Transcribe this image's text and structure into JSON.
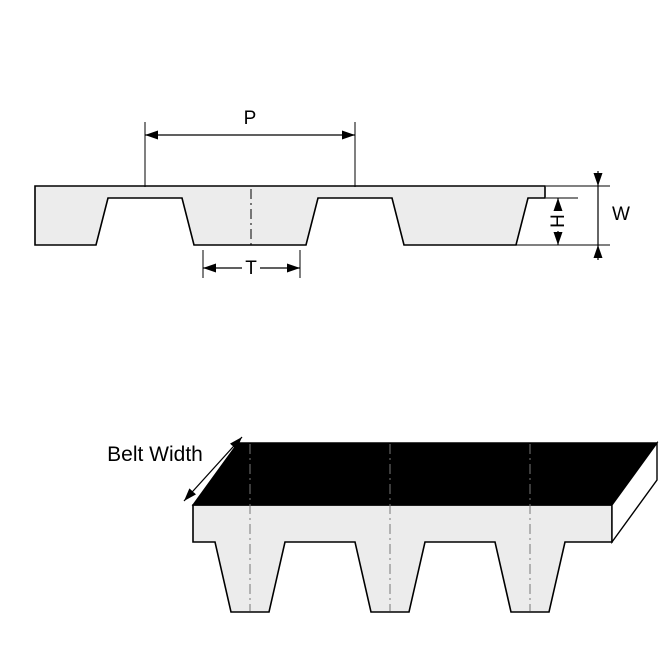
{
  "labels": {
    "pitch": "P",
    "tooth_width": "T",
    "tooth_height": "H",
    "belt_thickness": "W",
    "belt_width": "Belt Width"
  },
  "colors": {
    "outline": "#000000",
    "belt_fill": "#ececec",
    "top_face_fill": "#000000",
    "end_face_fill": "#ffffff",
    "background": "#ffffff"
  }
}
